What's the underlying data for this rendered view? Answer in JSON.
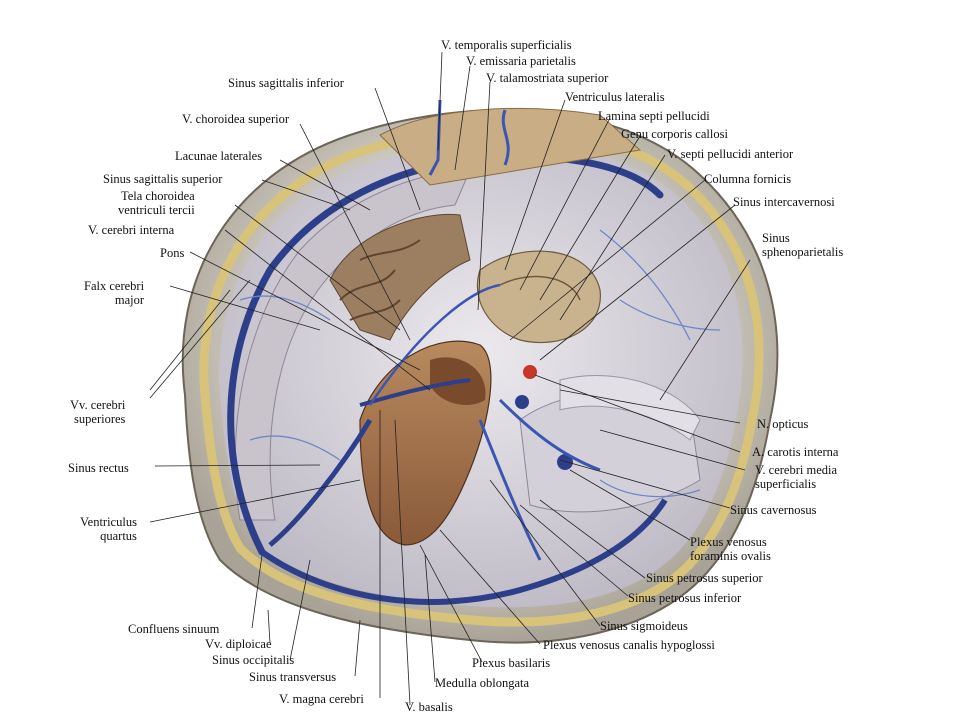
{
  "labels": {
    "temporalis": "V. temporalis superficialis",
    "emissaria": "V. emissaria parietalis",
    "talamostriata": "V. talamostriata superior",
    "sag_inferior": "Sinus sagittalis inferior",
    "ventr_lateralis": "Ventriculus lateralis",
    "chor_superior": "V. choroidea superior",
    "lamina": "Lamina septi pellucidi",
    "genu": "Genu corporis callosi",
    "lacunae": "Lacunae laterales",
    "septi_anterior": "V. septi pellucidi anterior",
    "sag_superior": "Sinus sagittalis superior",
    "columna": "Columna fornicis",
    "tela": "Tela choroidea\nventriculi tercii",
    "intercavernosi": "Sinus intercavernosi",
    "cerebri_interna": "V. cerebri interna",
    "spheno": "Sinus\nsphenoparietalis",
    "pons": "Pons",
    "falx": "Falx cerebri\nmajor",
    "vv_cerebri_sup": "Vv. cerebri\nsuperiores",
    "opticus": "N. opticus",
    "carotis": "A. carotis interna",
    "sinus_rectus": "Sinus rectus",
    "media_superf": "V. cerebri media\nsuperficialis",
    "cavernosus": "Sinus cavernosus",
    "quartus": "Ventriculus\nquartus",
    "plexus_ovalis": "Plexus venosus\nforaminis ovalis",
    "petrosus_sup": "Sinus petrosus superior",
    "petrosus_inf": "Sinus petrosus inferior",
    "sigmoideus": "Sinus sigmoideus",
    "confluens": "Confluens sinuum",
    "hypoglossi": "Plexus venosus canalis hypoglossi",
    "diploicae": "Vv. diploicae",
    "occipitalis": "Sinus occipitalis",
    "basilaris": "Plexus basilaris",
    "transversus": "Sinus transversus",
    "medulla": "Medulla oblongata",
    "magna": "V. magna cerebri",
    "basalis": "V. basalis"
  }
}
